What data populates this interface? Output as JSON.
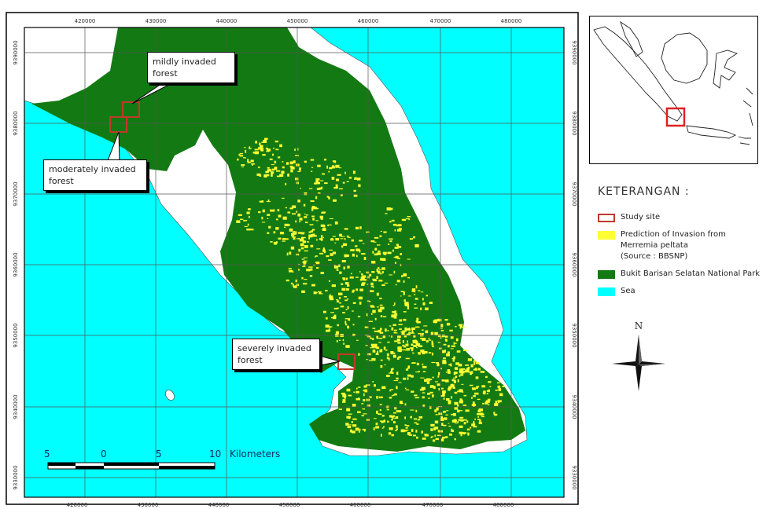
{
  "map": {
    "top_ticks": [
      "420000",
      "430000",
      "440000",
      "450000",
      "460000",
      "470000",
      "480000"
    ],
    "bottom_ticks": [
      "420000",
      "430000",
      "440000",
      "450000",
      "460000",
      "470000",
      "480000"
    ],
    "left_ticks": [
      "9390000",
      "9380000",
      "9370000",
      "9360000",
      "9350000",
      "9340000",
      "9330000"
    ],
    "right_ticks": [
      "9390000",
      "9380000",
      "9370000",
      "9360000",
      "9350000",
      "9340000",
      "9330000"
    ],
    "colors": {
      "sea": "#00ffff",
      "park": "#137a13",
      "invasion": "#ffff33",
      "land": "#ffffff",
      "study_site": "#c0392b"
    }
  },
  "callouts": {
    "mild": {
      "line1": "mildly invaded",
      "line2": "forest"
    },
    "moderate": {
      "line1": "moderately invaded",
      "line2": "forest"
    },
    "severe": {
      "line1": "severely invaded",
      "line2": "forest"
    }
  },
  "scale_bar": {
    "labels": [
      "5",
      "0",
      "5",
      "10"
    ],
    "unit": "Kilometers"
  },
  "legend": {
    "title": "KETERANGAN :",
    "items": [
      {
        "lines": [
          "Study site"
        ],
        "color": "#c0392b",
        "style": "outline"
      },
      {
        "lines": [
          "Prediction of Invasion from",
          "Merremia peltata",
          "(Source : BBSNP)"
        ],
        "color": "#ffff33",
        "style": "fill"
      },
      {
        "lines": [
          "Bukit Barisan Selatan National Park"
        ],
        "color": "#137a13",
        "style": "fill"
      },
      {
        "lines": [
          "Sea"
        ],
        "color": "#00ffff",
        "style": "fill"
      }
    ]
  },
  "north_arrow": {
    "label": "N",
    "icon": "north-arrow-icon"
  }
}
